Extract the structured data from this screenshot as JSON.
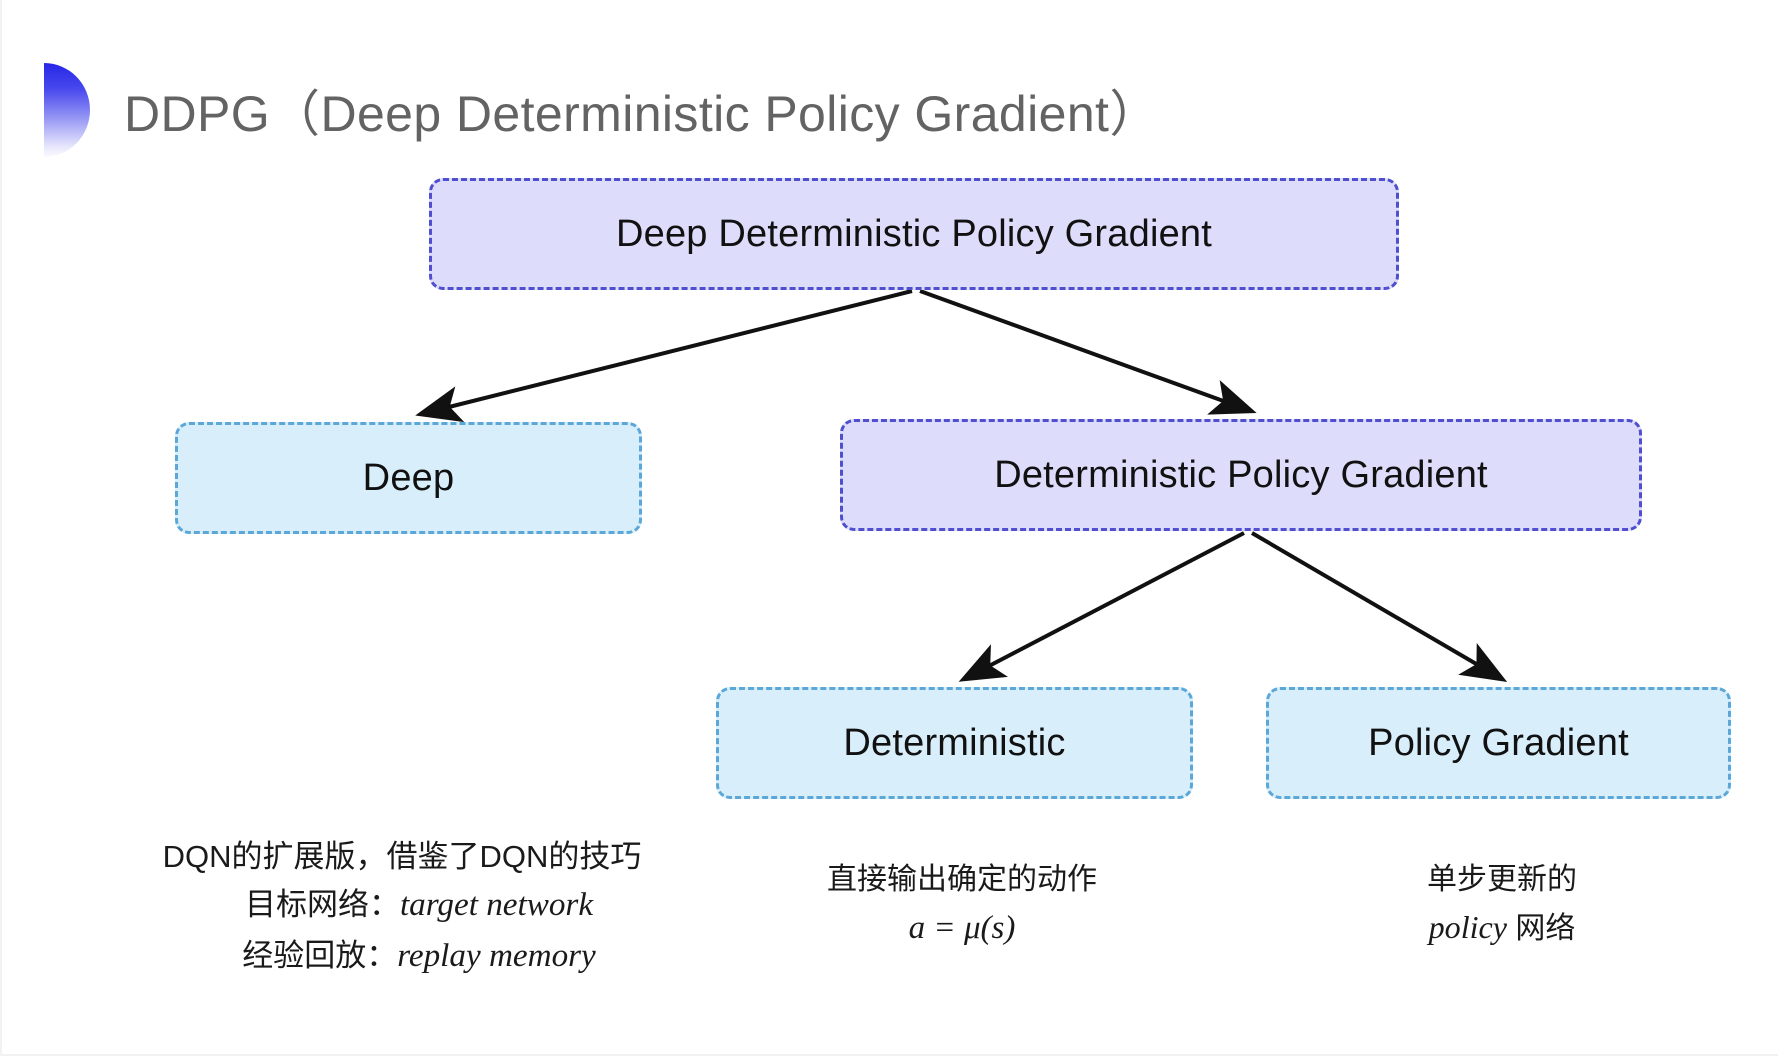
{
  "slide": {
    "title": "DDPG（Deep Deterministic Policy Gradient）",
    "background_color": "#ffffff",
    "title_color": "#636363",
    "bullet_icon": "half-circle-gradient-bullet",
    "bullet_gradient_from": "#2626e8",
    "bullet_gradient_to": "#fbfbff"
  },
  "palette": {
    "purple_fill": "#dddcfa",
    "purple_border": "#4f4fcf",
    "blue_fill": "#d8eefb",
    "blue_border": "#5aa7d8",
    "arrow_color": "#111111",
    "text_color": "#111111"
  },
  "diagram": {
    "type": "tree",
    "nodes": [
      {
        "id": "root",
        "label": "Deep Deterministic Policy Gradient",
        "style": "purple",
        "level": 0
      },
      {
        "id": "deep",
        "label": "Deep",
        "style": "blue",
        "level": 1
      },
      {
        "id": "dpg",
        "label": "Deterministic Policy Gradient",
        "style": "purple",
        "level": 1
      },
      {
        "id": "det",
        "label": "Deterministic",
        "style": "blue",
        "level": 2
      },
      {
        "id": "pg",
        "label": "Policy Gradient",
        "style": "blue",
        "level": 2
      }
    ],
    "edges": [
      {
        "from": "root",
        "to": "deep"
      },
      {
        "from": "root",
        "to": "dpg"
      },
      {
        "from": "dpg",
        "to": "det"
      },
      {
        "from": "dpg",
        "to": "pg"
      }
    ]
  },
  "captions": {
    "deep": {
      "line1": "DQN的扩展版，借鉴了DQN的技巧",
      "line2_label": "目标网络：",
      "line2_term": "target network",
      "line3_label": "经验回放：",
      "line3_term": "replay memory"
    },
    "deterministic": {
      "line1": "直接输出确定的动作",
      "formula": "a = μ(s)"
    },
    "policy_gradient": {
      "line1": "单步更新的",
      "line2_term": "policy",
      "line2_suffix": " 网络"
    }
  }
}
